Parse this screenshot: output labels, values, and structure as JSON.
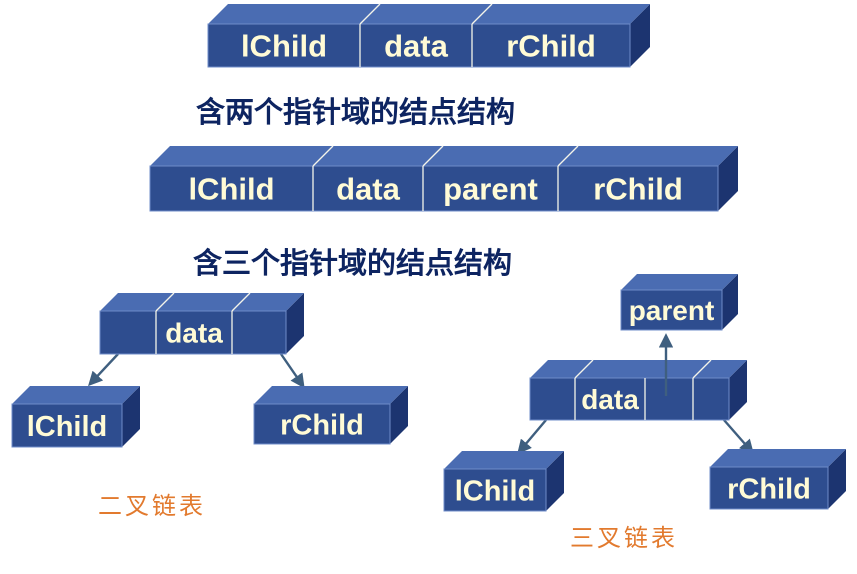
{
  "structures": {
    "two_pointer_node": {
      "fields": [
        "lChild",
        "data",
        "rChild"
      ],
      "caption": "含两个指针域的结点结构"
    },
    "three_pointer_node": {
      "fields": [
        "lChild",
        "data",
        "parent",
        "rChild"
      ],
      "caption": "含三个指针域的结点结构"
    }
  },
  "binary_linked_list": {
    "node_fields": [
      "",
      "data",
      ""
    ],
    "left_child": "lChild",
    "right_child": "rChild",
    "caption": "二叉链表"
  },
  "trifurcate_linked_list": {
    "parent": "parent",
    "node_fields": [
      "",
      "data",
      "",
      ""
    ],
    "left_child": "lChild",
    "right_child": "rChild",
    "caption": "三叉链表"
  },
  "colors": {
    "box_front": "#2e4d8f",
    "box_top": "#4a6cb2",
    "box_side": "#1c3470",
    "box_edge": "#6f8cc8",
    "divider": "#f4f4ea",
    "label": "#fffbd6",
    "heading": "#0d2461",
    "caption": "#e27a2e",
    "arrow": "#3f5f7f"
  }
}
